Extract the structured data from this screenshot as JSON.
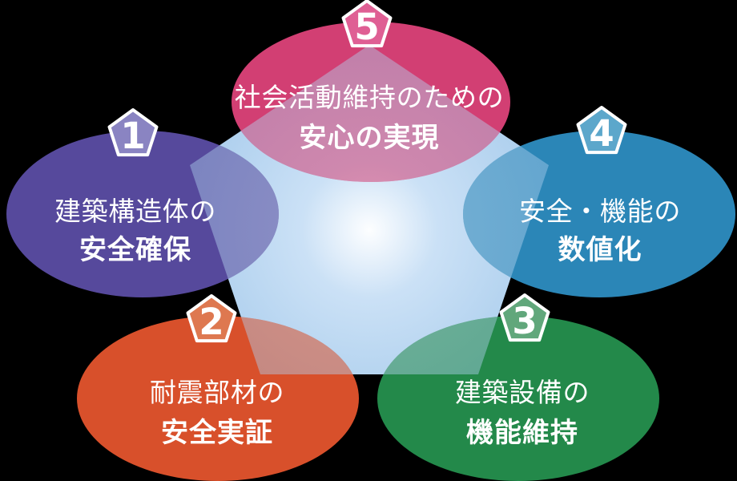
{
  "background_color": "#000000",
  "center_pentagon": {
    "glow_center_color": "#FDFEFF",
    "glow_mid_color": "#CBE1F6",
    "glow_edge_color": "#A5CAEB"
  },
  "items": [
    {
      "number": "1",
      "line1": "建築構造体の",
      "line2": "安全確保",
      "ellipse_color": "#56499C",
      "badge_color": "#8A84C2"
    },
    {
      "number": "2",
      "line1": "耐震部材の",
      "line2": "安全実証",
      "ellipse_color": "#D8502B",
      "badge_color": "#DE7850"
    },
    {
      "number": "3",
      "line1": "建築設備の",
      "line2": "機能維持",
      "ellipse_color": "#23894A",
      "badge_color": "#61A77B"
    },
    {
      "number": "4",
      "line1": "安全・機能の",
      "line2": "数値化",
      "ellipse_color": "#2B86B7",
      "badge_color": "#5CA7CB"
    },
    {
      "number": "5",
      "line1": "社会活動維持のための",
      "line2": "安心の実現",
      "ellipse_color": "#D23F73",
      "badge_color": "#DF5F94"
    }
  ]
}
